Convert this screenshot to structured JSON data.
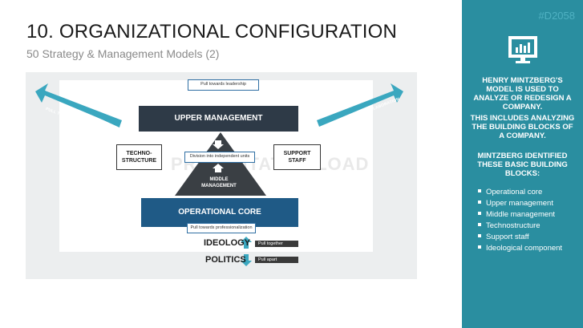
{
  "slide": {
    "title": "10. ORGANIZATIONAL CONFIGURATION",
    "subtitle": "50 Strategy & Management Models (2)"
  },
  "diagram": {
    "pull_leadership": "Pull towards leadership",
    "pull_rationalization": "PULL TOWARDS RATIONALIZATION",
    "pull_collaboration": "PULL TOWARDS COLLABORATION",
    "upper_management": "UPPER MANAGEMENT",
    "techno_structure_1": "TECHNO-",
    "techno_structure_2": "STRUCTURE",
    "support_staff": "SUPPORT STAFF",
    "division_units": "Division into independent units",
    "middle_management_1": "MIDDLE",
    "middle_management_2": "MANAGEMENT",
    "operational_core": "OPERATIONAL CORE",
    "pull_professionalization": "Pull towards professionalization",
    "ideology": "IDEOLOGY",
    "politics": "POLITICS",
    "pull_together": "Pull together",
    "pull_apart": "Pull apart",
    "watermark": "PRESENTATIONLOAD",
    "colors": {
      "dark": "#2e3a47",
      "blue": "#1f5a86",
      "accent": "#3aa7bf"
    }
  },
  "panel": {
    "tag": "#D2058",
    "icon": "monitor-chart-icon",
    "text1": "Henry Mintzberg's model is used to analyze or redesign a company.",
    "text2": "This includes analyzing the building blocks of a company.",
    "text3": "Mintzberg identified these basic building blocks:",
    "bullets": [
      "Operational core",
      "Upper management",
      "Middle management",
      "Technostructure",
      "Support staff",
      "Ideological component"
    ],
    "color": "#2a8ea0"
  }
}
